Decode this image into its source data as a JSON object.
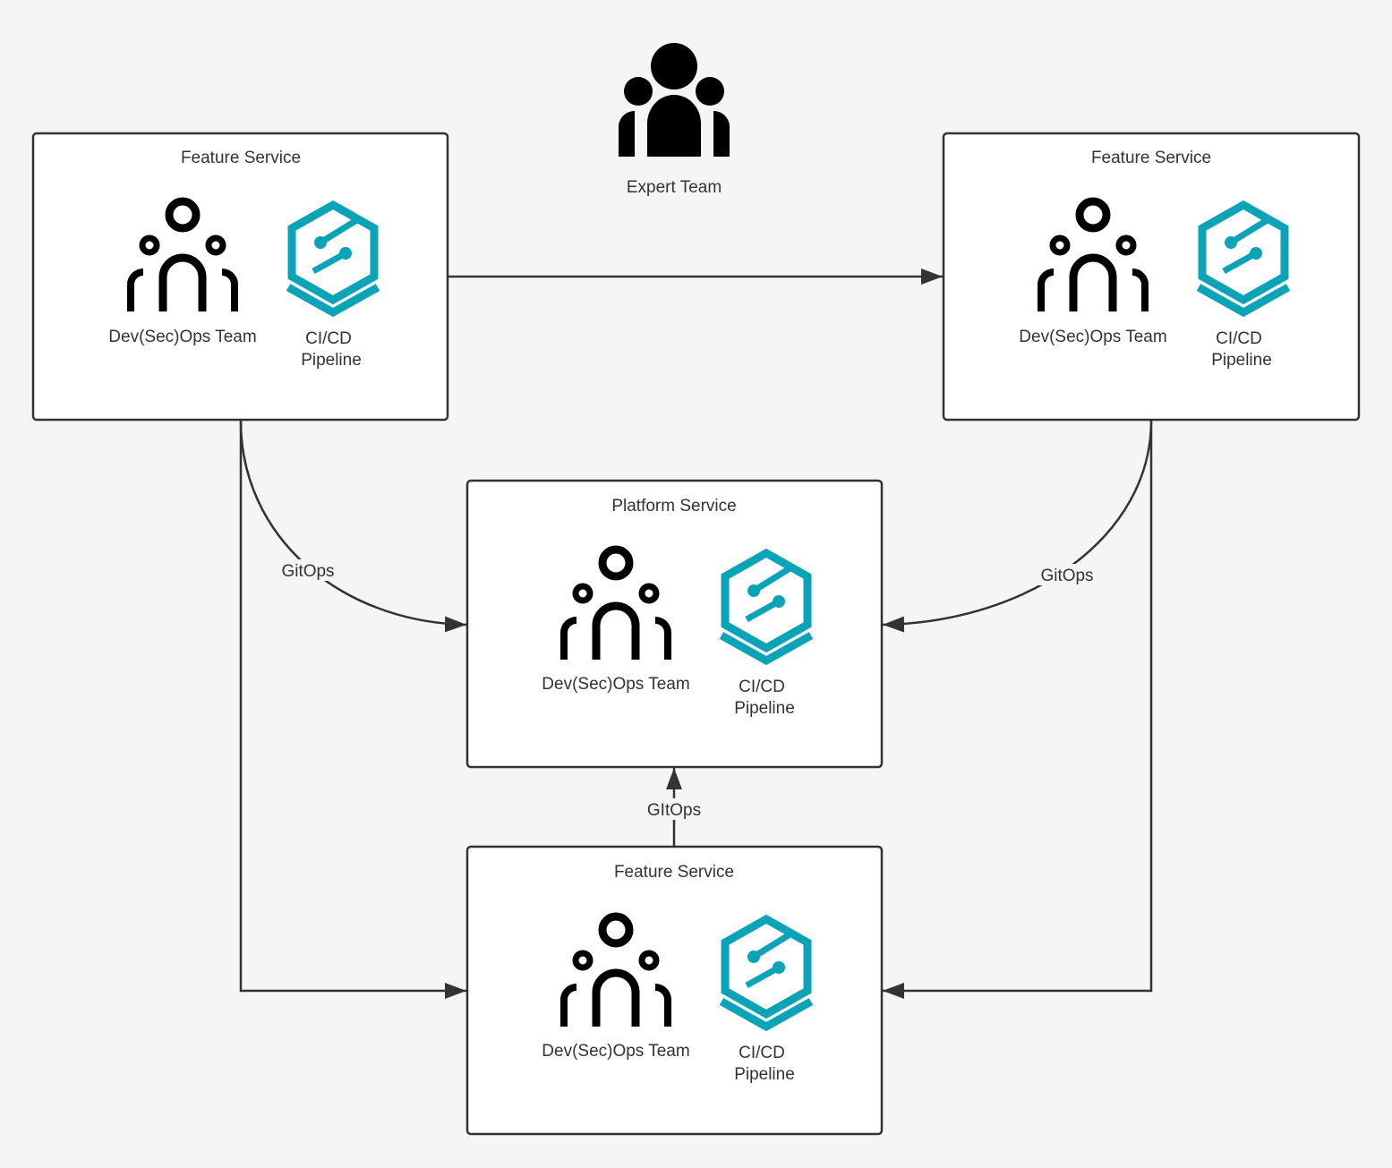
{
  "diagram": {
    "expert_team": {
      "label": "Expert Team",
      "icon": "group-solid-icon"
    },
    "nodes": [
      {
        "id": "feature-top-left",
        "title": "Feature Service",
        "team_label": "Dev(Sec)Ops Team",
        "pipeline_label_line1": "CI/CD",
        "pipeline_label_line2": "Pipeline"
      },
      {
        "id": "feature-top-right",
        "title": "Feature Service",
        "team_label": "Dev(Sec)Ops Team",
        "pipeline_label_line1": "CI/CD",
        "pipeline_label_line2": "Pipeline"
      },
      {
        "id": "platform",
        "title": "Platform Service",
        "team_label": "Dev(Sec)Ops Team",
        "pipeline_label_line1": "CI/CD",
        "pipeline_label_line2": "Pipeline"
      },
      {
        "id": "feature-bottom",
        "title": "Feature Service",
        "team_label": "Dev(Sec)Ops Team",
        "pipeline_label_line1": "CI/CD",
        "pipeline_label_line2": "Pipeline"
      }
    ],
    "edges": [
      {
        "from": "feature-top-left",
        "to": "feature-top-right",
        "label": ""
      },
      {
        "from": "feature-top-left",
        "to": "platform",
        "label": "GitOps"
      },
      {
        "from": "feature-top-right",
        "to": "platform",
        "label": "GitOps"
      },
      {
        "from": "feature-bottom",
        "to": "platform",
        "label": "GItOps"
      },
      {
        "from": "feature-top-left",
        "to": "feature-bottom",
        "label": ""
      },
      {
        "from": "feature-top-right",
        "to": "feature-bottom",
        "label": ""
      }
    ],
    "colors": {
      "pipeline_accent": "#0aa3b8",
      "line": "#333333",
      "background": "#f5f5f5"
    }
  }
}
